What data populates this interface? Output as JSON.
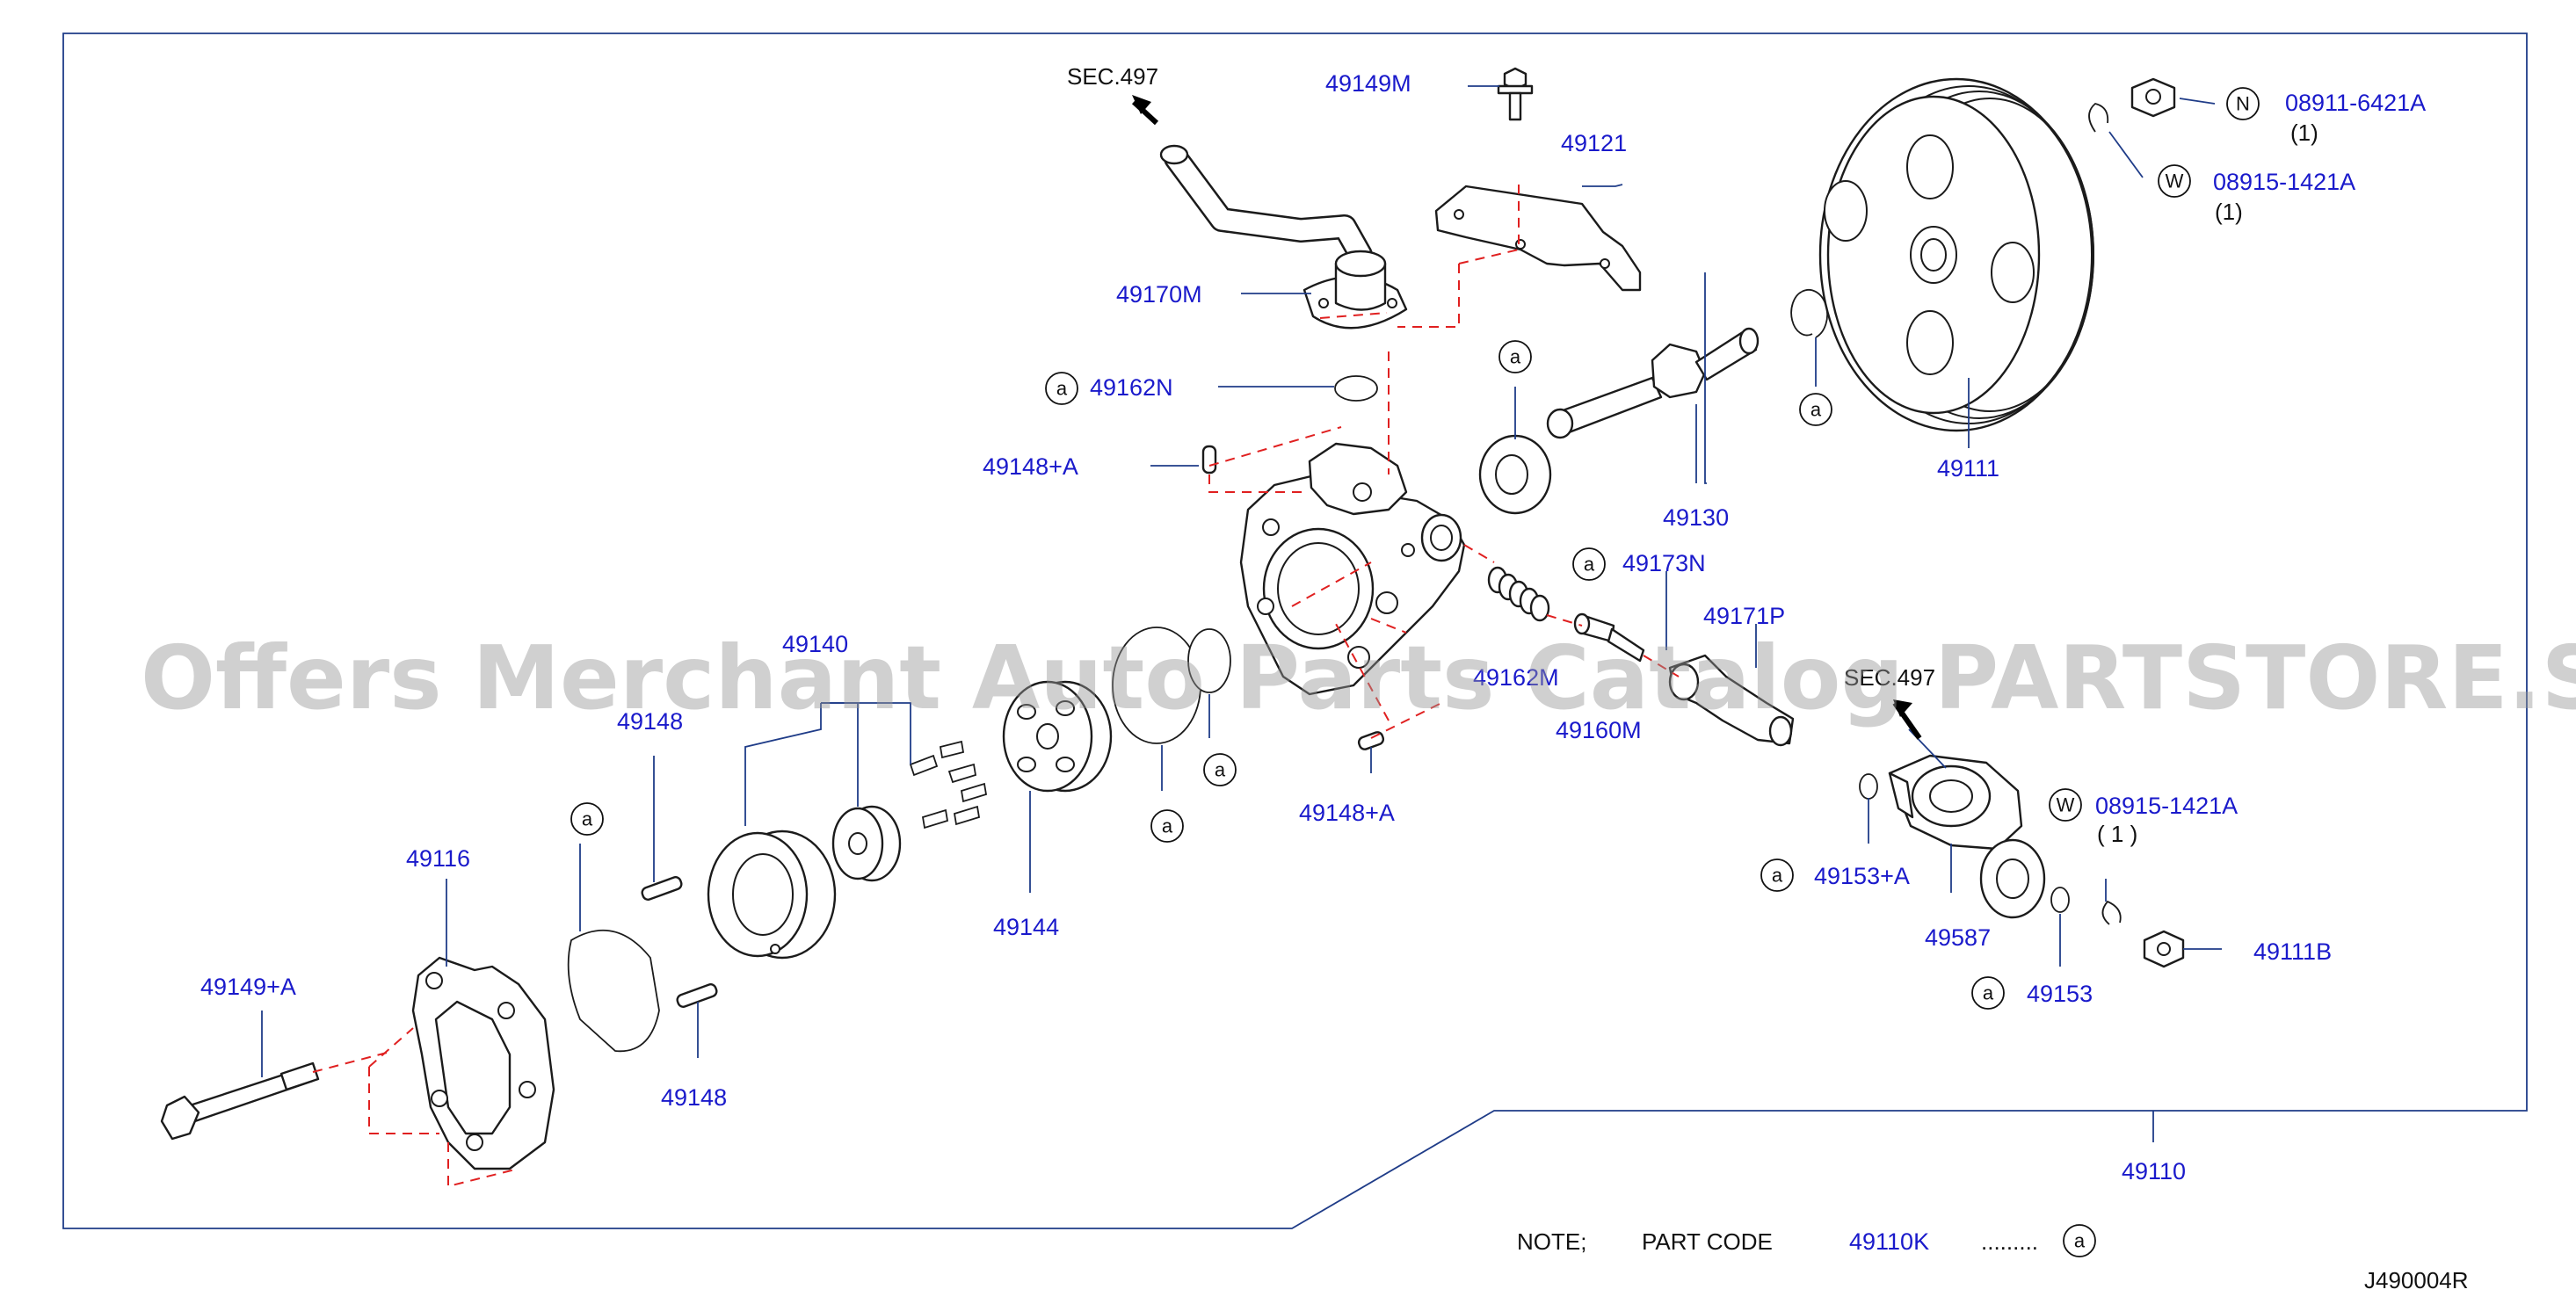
{
  "diagram_code": "J490004R",
  "watermark": "Offers Merchant Auto Parts Catalog PARTSTORE.SA",
  "note": {
    "label": "NOTE;",
    "part_code_label": "PART   CODE",
    "part_code": "49110K",
    "dots": ".........",
    "symbol": "a"
  },
  "section_refs": [
    "SEC.497",
    "SEC.497"
  ],
  "markers": {
    "a": "a",
    "n": "N",
    "w": "W"
  },
  "parts": {
    "p49149M": "49149M",
    "p49121": "49121",
    "p49170M": "49170M",
    "p49162N": "49162N",
    "p49148A_top": "49148+A",
    "p49148A_bottom": "49148+A",
    "p49140": "49140",
    "p49148_top": "49148",
    "p49148_bottom": "49148",
    "p49116": "49116",
    "p49149A": "49149+A",
    "p49144": "49144",
    "p49162M": "49162M",
    "p49160M": "49160M",
    "p49173N": "49173N",
    "p49171P": "49171P",
    "p49130": "49130",
    "p49111": "49111",
    "p08911": "08911-6421A",
    "q08911": "(1)",
    "p08915_top": "08915-1421A",
    "q08915_top": "(1)",
    "p08915_mid": "08915-1421A",
    "q08915_mid": "( 1   )",
    "p49153A": "49153+A",
    "p49587": "49587",
    "p49153": "49153",
    "p49111B": "49111B",
    "p49110": "49110"
  }
}
